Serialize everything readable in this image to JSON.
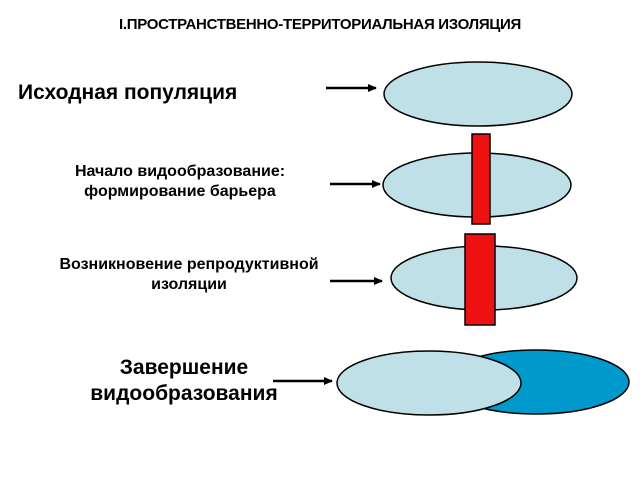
{
  "title": "I.ПРОСТРАНСТВЕННО-ТЕРРИТОРИАЛЬНАЯ ИЗОЛЯЦИЯ",
  "stages": [
    {
      "lines": [
        "Исходная популяция"
      ]
    },
    {
      "lines": [
        "Начало видообразование:",
        "формирование барьера"
      ]
    },
    {
      "lines": [
        "Возникновение репродуктивной",
        "изоляции"
      ]
    },
    {
      "lines": [
        "Завершение",
        "видообразования"
      ]
    }
  ],
  "colors": {
    "population_fill": "#bfe0e6",
    "new_species_fill": "#0099cc",
    "barrier_fill": "#ee1111",
    "stroke": "#000000"
  }
}
